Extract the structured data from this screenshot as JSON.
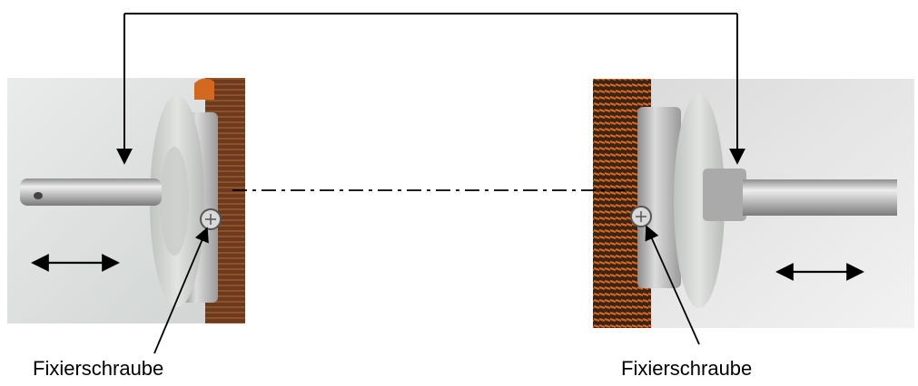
{
  "labels": {
    "left_screw": "Fixierschraube",
    "right_screw": "Fixierschraube"
  },
  "icons": [
    "connector-arrow",
    "double-headed-arrow",
    "pointer-arrow",
    "dash-dot-center-line"
  ],
  "colors": {
    "background": "#ffffff",
    "line": "#000000",
    "rope_orange": "#d2691e",
    "rope_brown": "#6b3a1f",
    "cap_gray": "#cfd1cf",
    "metal": "#b9b9b9"
  }
}
